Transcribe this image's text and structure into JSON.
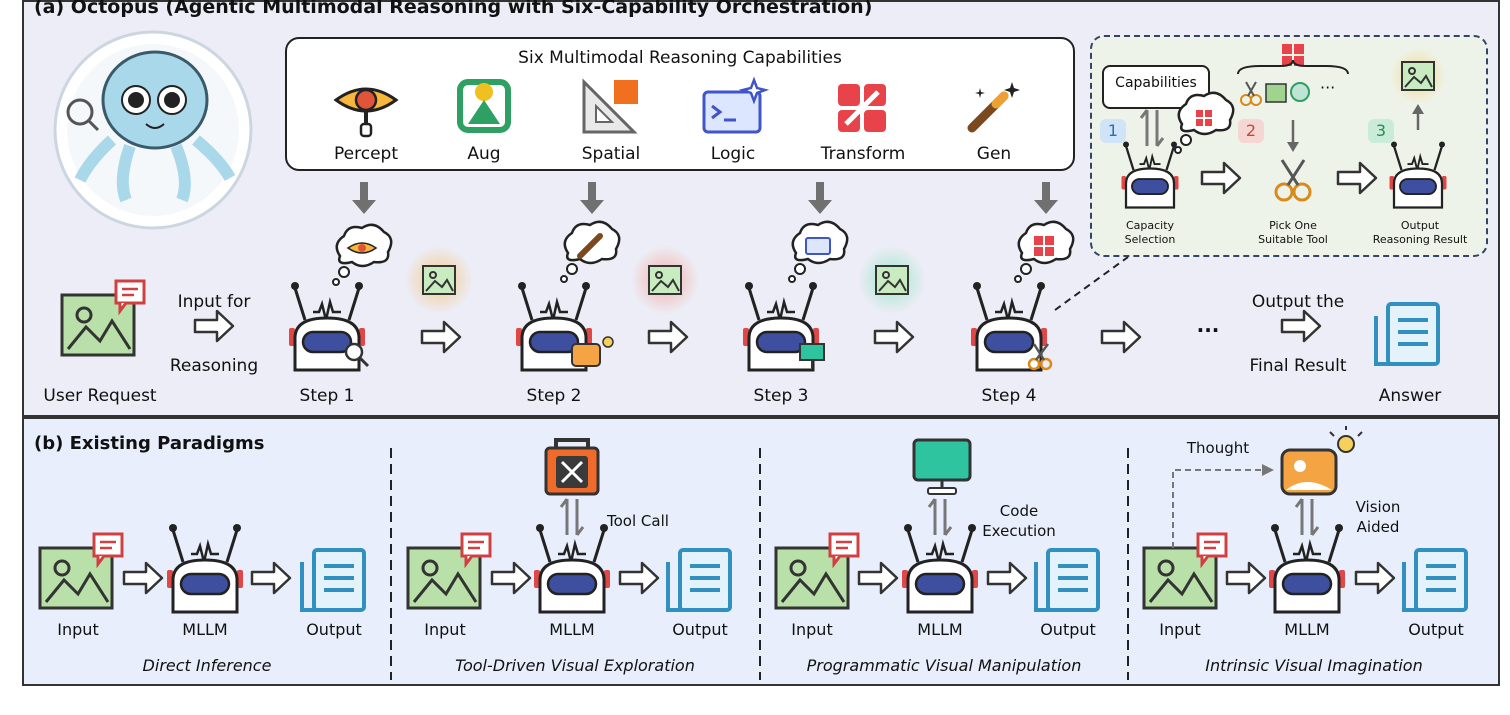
{
  "panel_a": {
    "title": "(a) Octopus (Agentic Multimodal Reasoning with Six-Capability Orchestration)",
    "capabilities_title": "Six Multimodal Reasoning Capabilities",
    "capabilities": [
      "Percept",
      "Aug",
      "Spatial",
      "Logic",
      "Transform",
      "Gen"
    ],
    "user_request": "User Request",
    "input_for": "Input for",
    "reasoning": "Reasoning",
    "steps": [
      "Step 1",
      "Step 2",
      "Step 3",
      "Step 4"
    ],
    "ellipsis": "···",
    "output_the": "Output the",
    "final_result": "Final Result",
    "answer": "Answer",
    "detail": {
      "capabilities_label": "Capabilities",
      "ellipsis": "···",
      "numbers": [
        "1",
        "2",
        "3"
      ],
      "capacity": "Capacity",
      "selection": "Selection",
      "pick_one": "Pick One",
      "suitable_tool": "Suitable Tool",
      "output": "Output",
      "reasoning_result": "Reasoning Result"
    },
    "colors": {
      "panel_bg": "#ecedf6",
      "detail_bg": "#eef3e9",
      "arrow_gray": "#707070",
      "robot_visor": "#3f4fa0"
    }
  },
  "panel_b": {
    "title": "(b) Existing Paradigms",
    "input": "Input",
    "mllm": "MLLM",
    "output": "Output",
    "tool_call": "Tool Call",
    "code": "Code",
    "execution": "Execution",
    "thought": "Thought",
    "vision": "Vision",
    "aided": "Aided",
    "paradigms": [
      "Direct Inference",
      "Tool-Driven Visual Exploration",
      "Programmatic Visual Manipulation",
      "Intrinsic Visual Imagination"
    ],
    "colors": {
      "panel_bg": "#e8eefb"
    }
  }
}
